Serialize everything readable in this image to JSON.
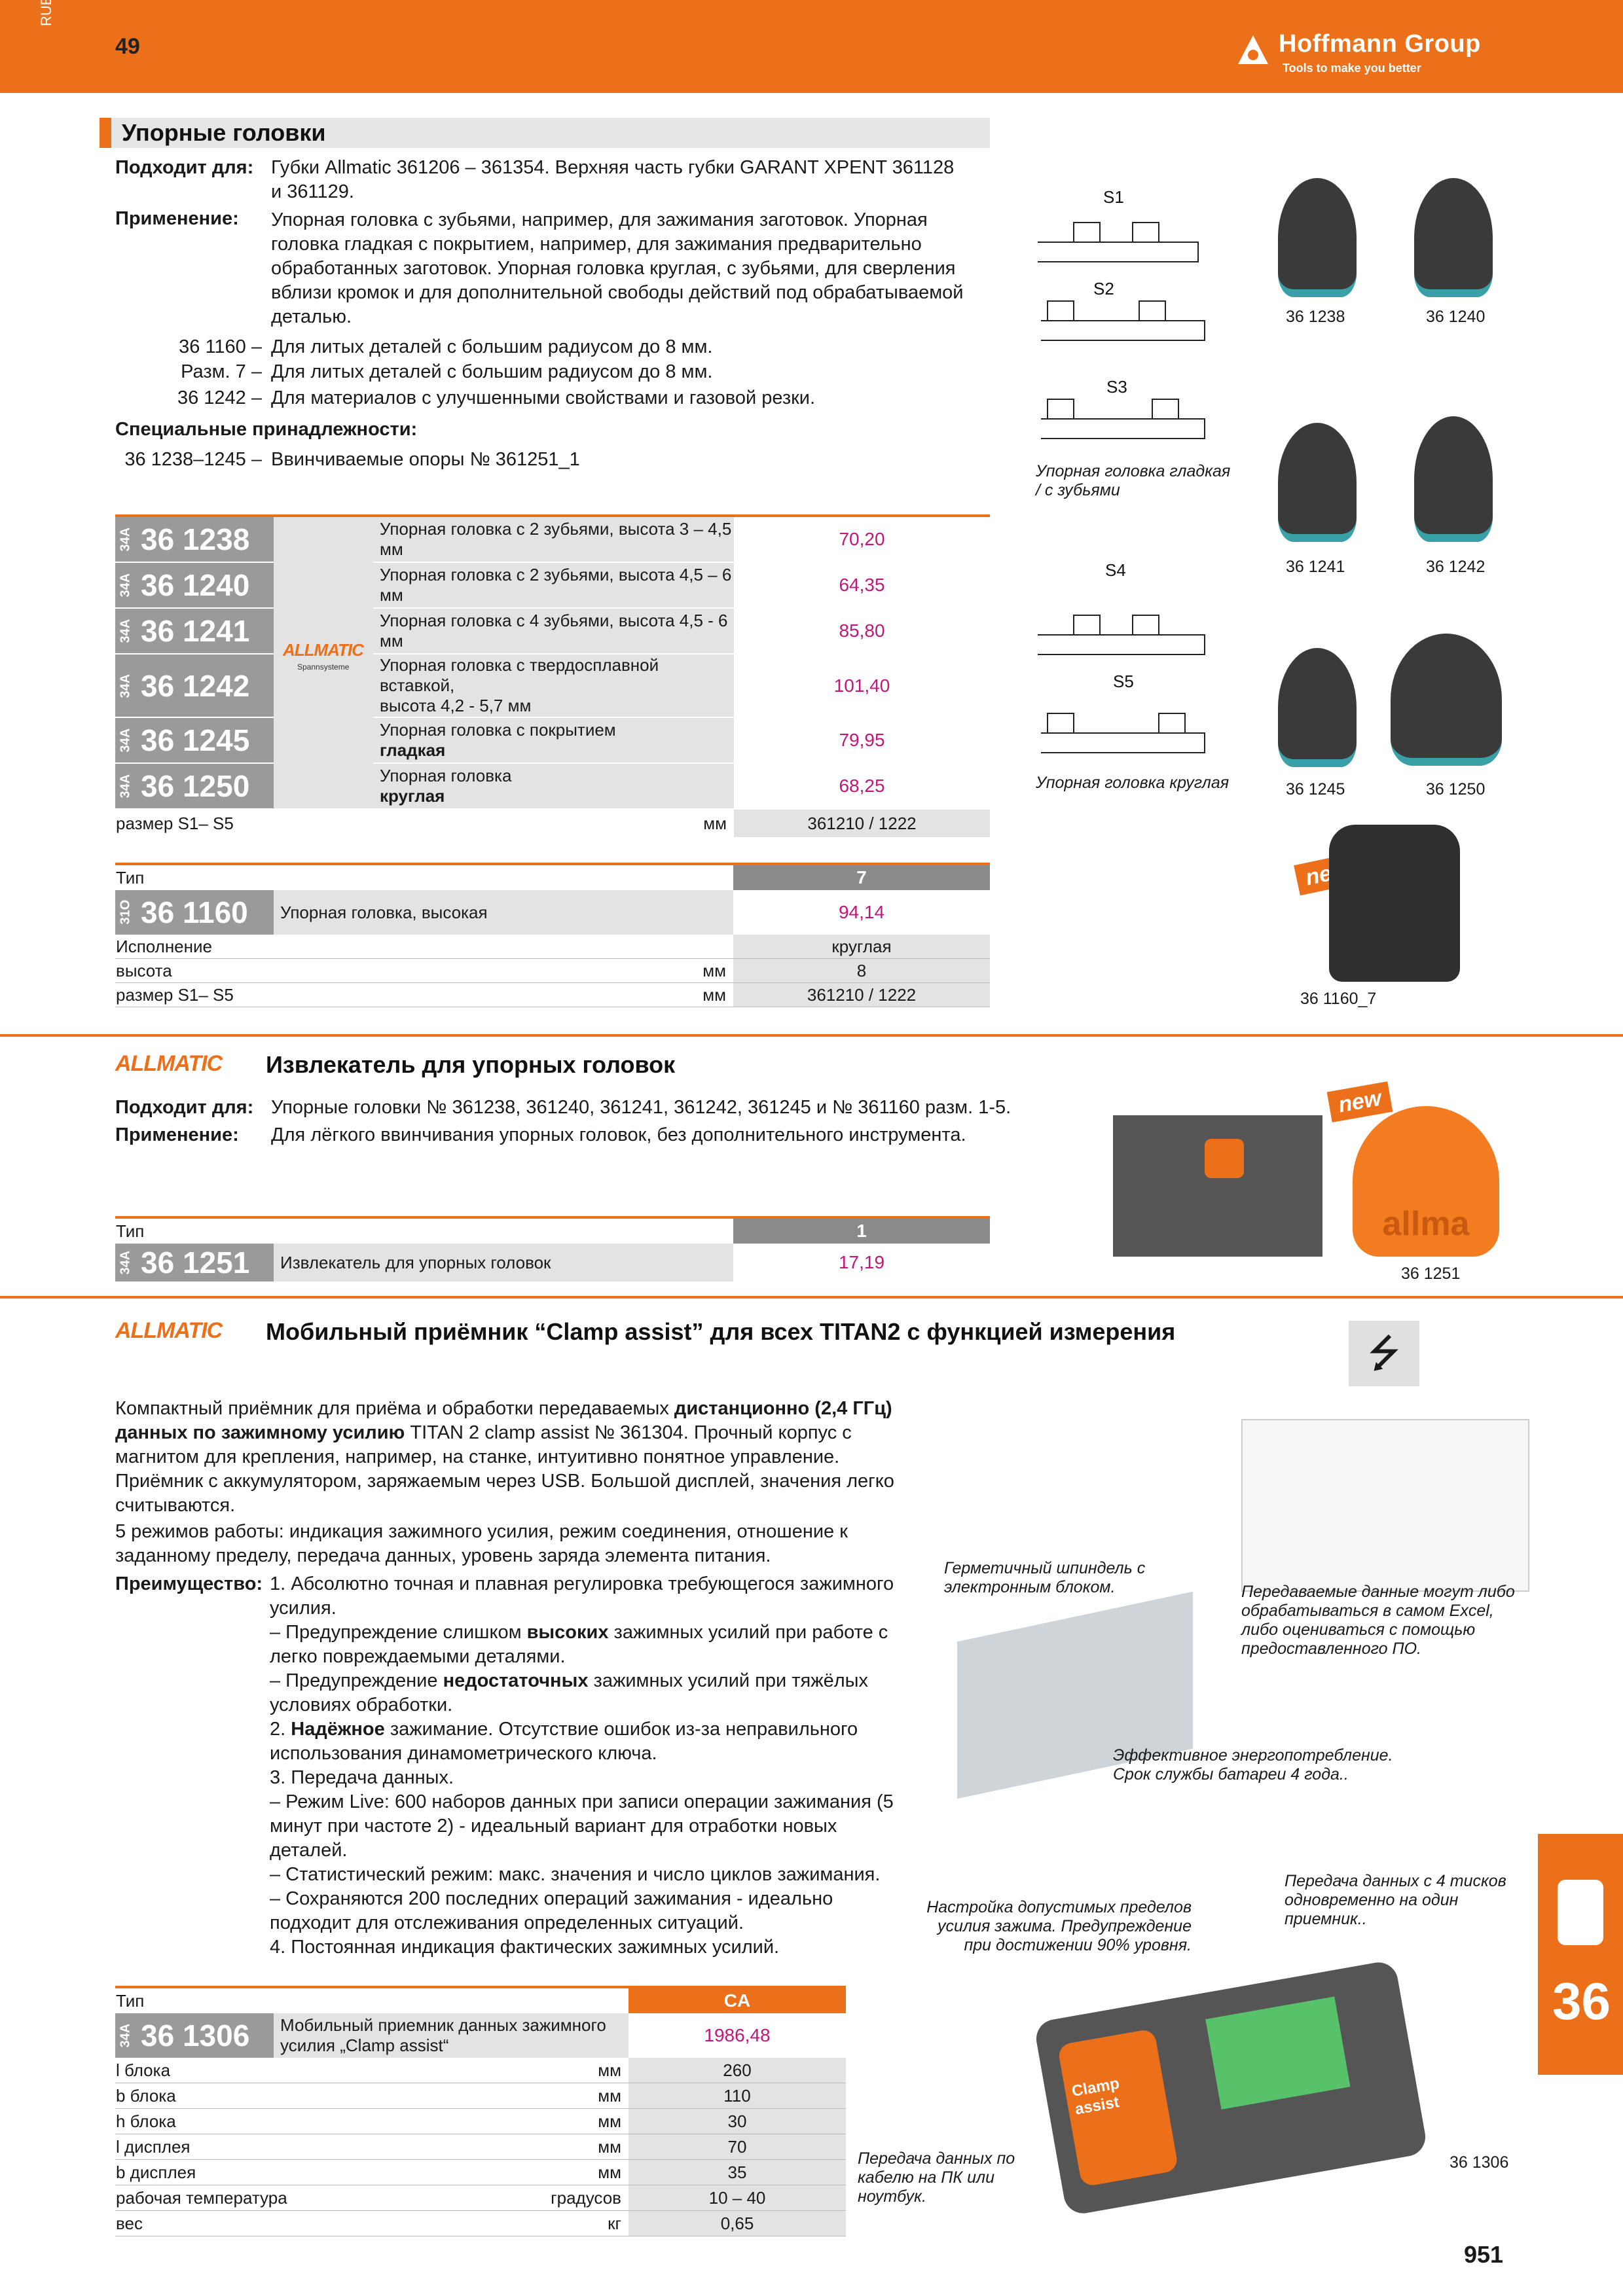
{
  "header": {
    "lang": "RUE",
    "page_left": "49",
    "brand": "Hoffmann Group",
    "tagline": "Tools to make you better",
    "page_number": "951",
    "tab_number": "36"
  },
  "section1": {
    "title": "Упорные головки",
    "fits_label": "Подходит для:",
    "fits_text": "Губки Allmatic 361206 – 361354. Верхняя часть губки GARANT XPENT 361128 и 361129.",
    "application_label": "Применение:",
    "application_text": "Упорная головка с зубьями, например, для зажимания заготовок. Упорная головка гладкая с покрытием, например, для зажимания предварительно обработанных заготовок. Упорная головка круглая, с зубьями, для сверления вблизи кромок и для дополнительной свободы действий под обрабатываемой деталью.",
    "notes": [
      {
        "key": "36 1160 –",
        "text": "Для литых деталей с большим радиусом до 8 мм."
      },
      {
        "key": "Разм. 7 –",
        "text": "Для литых деталей с большим радиусом до 8 мм."
      },
      {
        "key": "36 1242 –",
        "text": "Для материалов с улучшенными свойствами и газовой резки."
      }
    ],
    "accessories_label": "Специальные принадлежности:",
    "accessories_key": "36 1238–1245 –",
    "accessories_text": "Ввинчиваемые опоры № 361251_1",
    "rows": [
      {
        "pre": "34A",
        "code": "36 1238",
        "desc": "Упорная головка с 2 зубьями, высота 3 – 4,5 мм",
        "desc2": "",
        "price": "70,20"
      },
      {
        "pre": "34A",
        "code": "36 1240",
        "desc": "Упорная головка с 2 зубьями, высота 4,5 – 6 мм",
        "desc2": "",
        "price": "64,35"
      },
      {
        "pre": "34A",
        "code": "36 1241",
        "desc": "Упорная головка с 4 зубьями, высота 4,5 - 6 мм",
        "desc2": "",
        "price": "85,80"
      },
      {
        "pre": "34A",
        "code": "36 1242",
        "desc": "Упорная головка с твердосплавной вставкой,",
        "desc2": "высота 4,2 - 5,7 мм",
        "price": "101,40"
      },
      {
        "pre": "34A",
        "code": "36 1245",
        "desc": "Упорная головка с покрытием",
        "desc2": "гладкая",
        "price": "79,95"
      },
      {
        "pre": "34A",
        "code": "36 1250",
        "desc": "Упорная головка",
        "desc2": "круглая",
        "price": "68,25"
      }
    ],
    "size_label": "размер S1– S5",
    "size_unit": "мм",
    "size_value": "361210 / 1222",
    "brand_logo": "ALLMATIC",
    "brand_sub": "Spannsysteme",
    "diagram_labels": [
      "S1",
      "S2",
      "S3",
      "S4",
      "S5"
    ],
    "caption_smooth": "Упорная головка гладкая / с зубьями",
    "caption_round": "Упорная головка круглая",
    "image_labels": [
      "36 1238",
      "36 1240",
      "36 1241",
      "36 1242",
      "36 1245",
      "36 1250",
      "36 1160_7"
    ],
    "new_badge": "new"
  },
  "table2": {
    "type_label": "Тип",
    "type_value": "7",
    "pre": "31O",
    "code": "36 1160",
    "desc": "Упорная головка, высокая",
    "price": "94,14",
    "specs": [
      {
        "label": "Исполнение",
        "unit": "",
        "value": "круглая"
      },
      {
        "label": "высота",
        "unit": "мм",
        "value": "8"
      },
      {
        "label": "размер S1– S5",
        "unit": "мм",
        "value": "361210 / 1222"
      }
    ]
  },
  "section2": {
    "title": "Извлекатель для упорных головок",
    "fits_label": "Подходит для:",
    "fits_text": "Упорные головки № 361238, 361240, 361241, 361242, 361245 и № 361160 разм. 1-5.",
    "application_label": "Применение:",
    "application_text": "Для лёгкого ввинчивания упорных головок, без дополнительного инструмента.",
    "type_label": "Тип",
    "type_value": "1",
    "pre": "34A",
    "code": "36 1251",
    "desc": "Извлекатель для упорных головок",
    "price": "17,19",
    "image_label": "36 1251",
    "new_badge": "new",
    "cap_text": "allma"
  },
  "section3": {
    "title": "Мобильный приёмник “Clamp assist” для всех TITAN2 с функцией измерения",
    "intro_1": "Компактный приёмник для приёма и обработки передаваемых ",
    "intro_bold": "дистанционно (2,4 ГГц) данных по зажимному усилию",
    "intro_2": " TITAN 2 clamp assist № 361304. Прочный корпус с магнитом для крепления, например, на станке, интуитивно понятное управление. Приёмник с аккумулятором, заряжаемым через USB. Большой дисплей, значения легко считываются.",
    "modes": "5 режимов работы: индикация зажимного усилия, режим соединения, отношение к заданному пределу, передача данных, уровень заряда элемента питания.",
    "advantage_label": "Преимущество:",
    "adv": [
      "1. Абсолютно точная и плавная регулировка требующегося зажимного усилия.",
      "– Предупреждение слишком ",
      "высоких",
      " зажимных усилий при работе с легко повреждаемыми деталями.",
      "– Предупреждение ",
      "недостаточных",
      " зажимных усилий при тяжёлых условиях обработки.",
      "2. ",
      "Надёжное",
      " зажимание. Отсутствие ошибок из-за неправильного использования динамометрического ключа.",
      "3. Передача данных.",
      "– Режим Live: 600 наборов данных при записи операции зажимания (5 минут при частоте 2) - идеальный вариант для отработки новых деталей.",
      "– Статистический режим: макс. значения и число циклов зажимания.",
      "– Сохраняются 200 последних операций зажимания - идеально подходит для отслеживания определенных ситуаций.",
      "4. Постоянная индикация фактических зажимных усилий."
    ],
    "captions": {
      "spindle": "Герметичный шпиндель с электронным блоком.",
      "excel": "Передаваемые данные могут либо обрабатываться в самом Excel, либо оцениваться с помощью предоставленного ПО.",
      "energy": "Эффективное энергопотребление. Срок службы батареи 4 года..",
      "limits": "Настройка допустимых пределов усилия зажима. Предупреждение при достижении 90% уровня.",
      "ticks": "Передача данных с 4 тисков одновременно на один приемник..",
      "cable": "Передача данных по кабелю на ПК или ноутбук."
    },
    "image_label": "36 1306",
    "device_text": "Clamp assist",
    "type_label": "Тип",
    "type_value": "CA",
    "pre": "34A",
    "code": "36 1306",
    "desc": "Мобильный приемник данных зажимного",
    "desc2": "усилия „Clamp assist“",
    "price": "1986,48",
    "specs": [
      {
        "label": "l блока",
        "unit": "мм",
        "value": "260"
      },
      {
        "label": "b блока",
        "unit": "мм",
        "value": "110"
      },
      {
        "label": "h блока",
        "unit": "мм",
        "value": "30"
      },
      {
        "label": "l дисплея",
        "unit": "мм",
        "value": "70"
      },
      {
        "label": "b дисплея",
        "unit": "мм",
        "value": "35"
      },
      {
        "label": "рабочая температура",
        "unit": "градусов",
        "value": "10 – 40"
      },
      {
        "label": "вес",
        "unit": "кг",
        "value": "0,65"
      }
    ]
  },
  "colors": {
    "accent": "#ec6f1a",
    "price": "#c4157a",
    "code_bg": "#9a9a9a"
  }
}
